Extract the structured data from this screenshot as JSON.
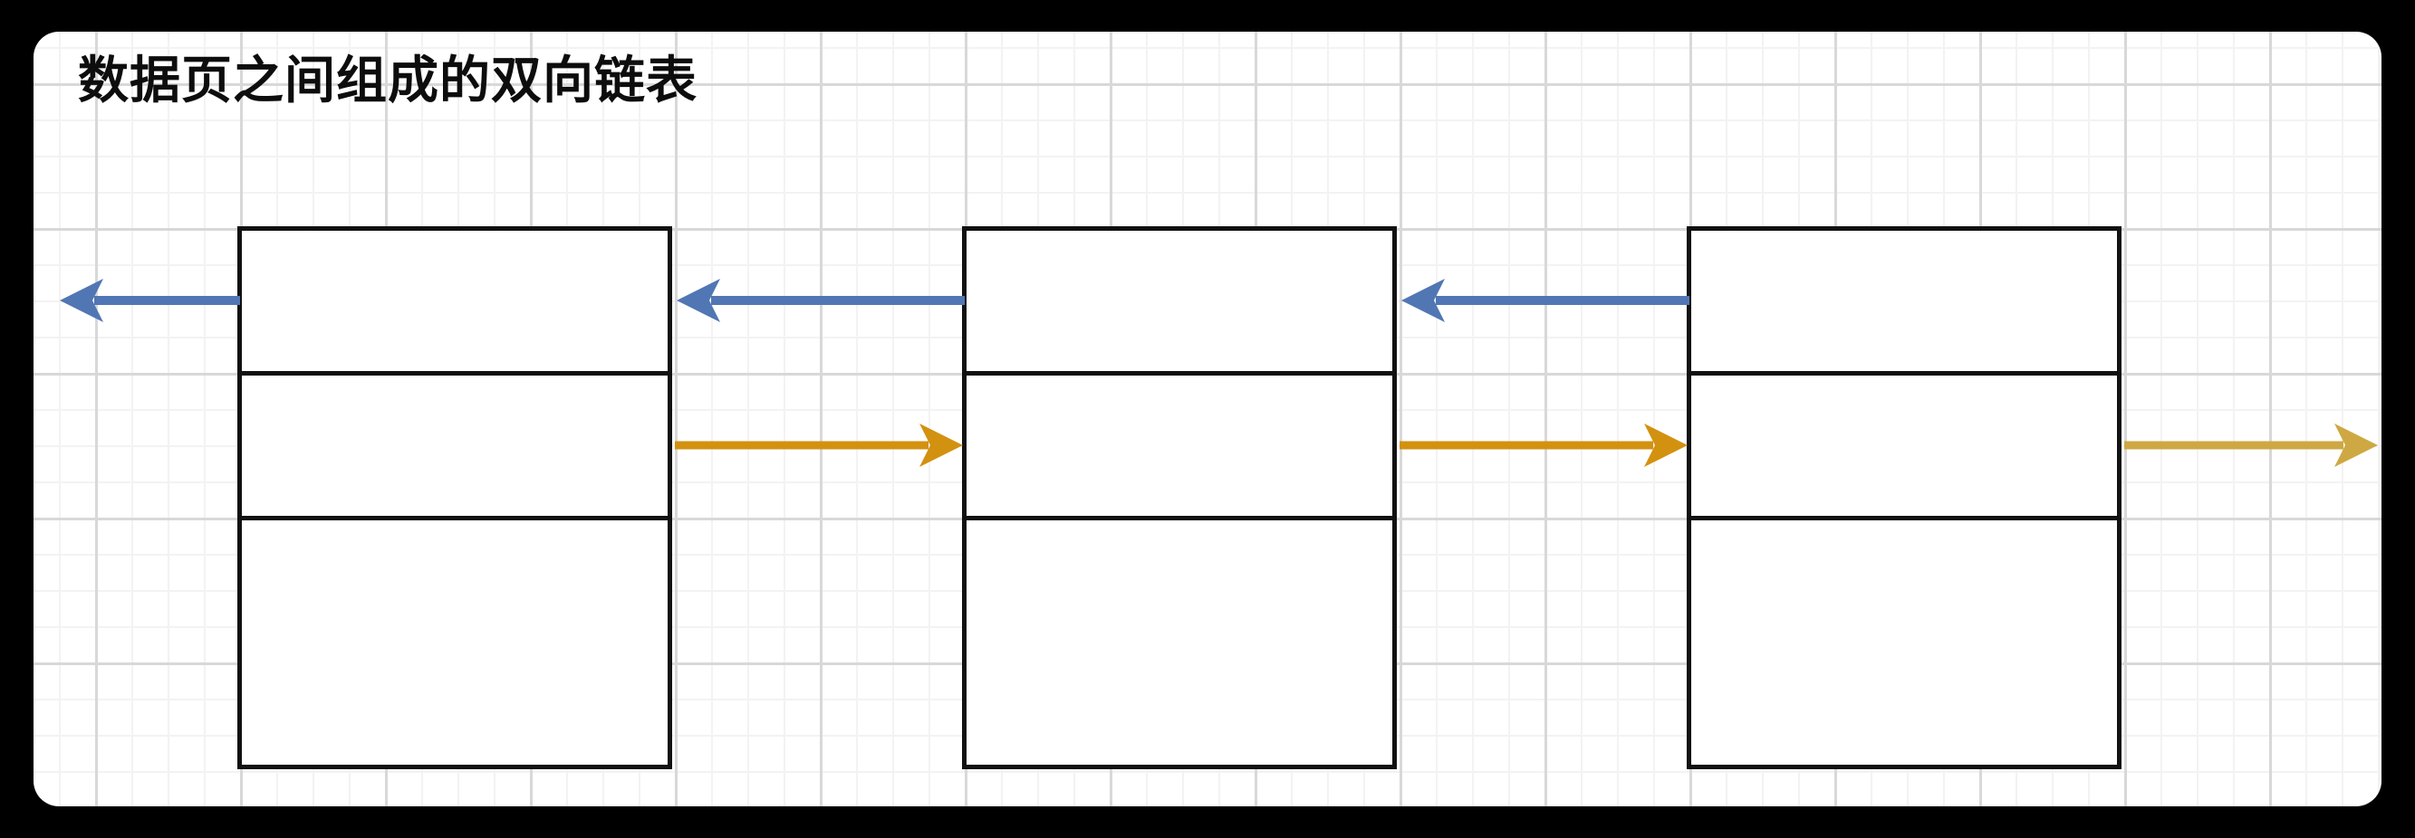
{
  "diagram": {
    "title": "数据页之间组成的双向链表",
    "page_count": 3,
    "sections_per_page": 3,
    "prev_arrow_count": 3,
    "next_arrow_count": 3,
    "prev_arrow_direction": "left",
    "next_arrow_direction": "right"
  },
  "colors": {
    "page_background": "#000000",
    "card_background": "#ffffff",
    "grid_minor": "#f4f2f2",
    "grid_major": "#d8d8d8",
    "box_border": "#111111",
    "title_text": "#0d0d0d",
    "prev_arrow": "#5176b4",
    "next_arrow": "#d39110",
    "next_arrow_last": "#cea842"
  }
}
